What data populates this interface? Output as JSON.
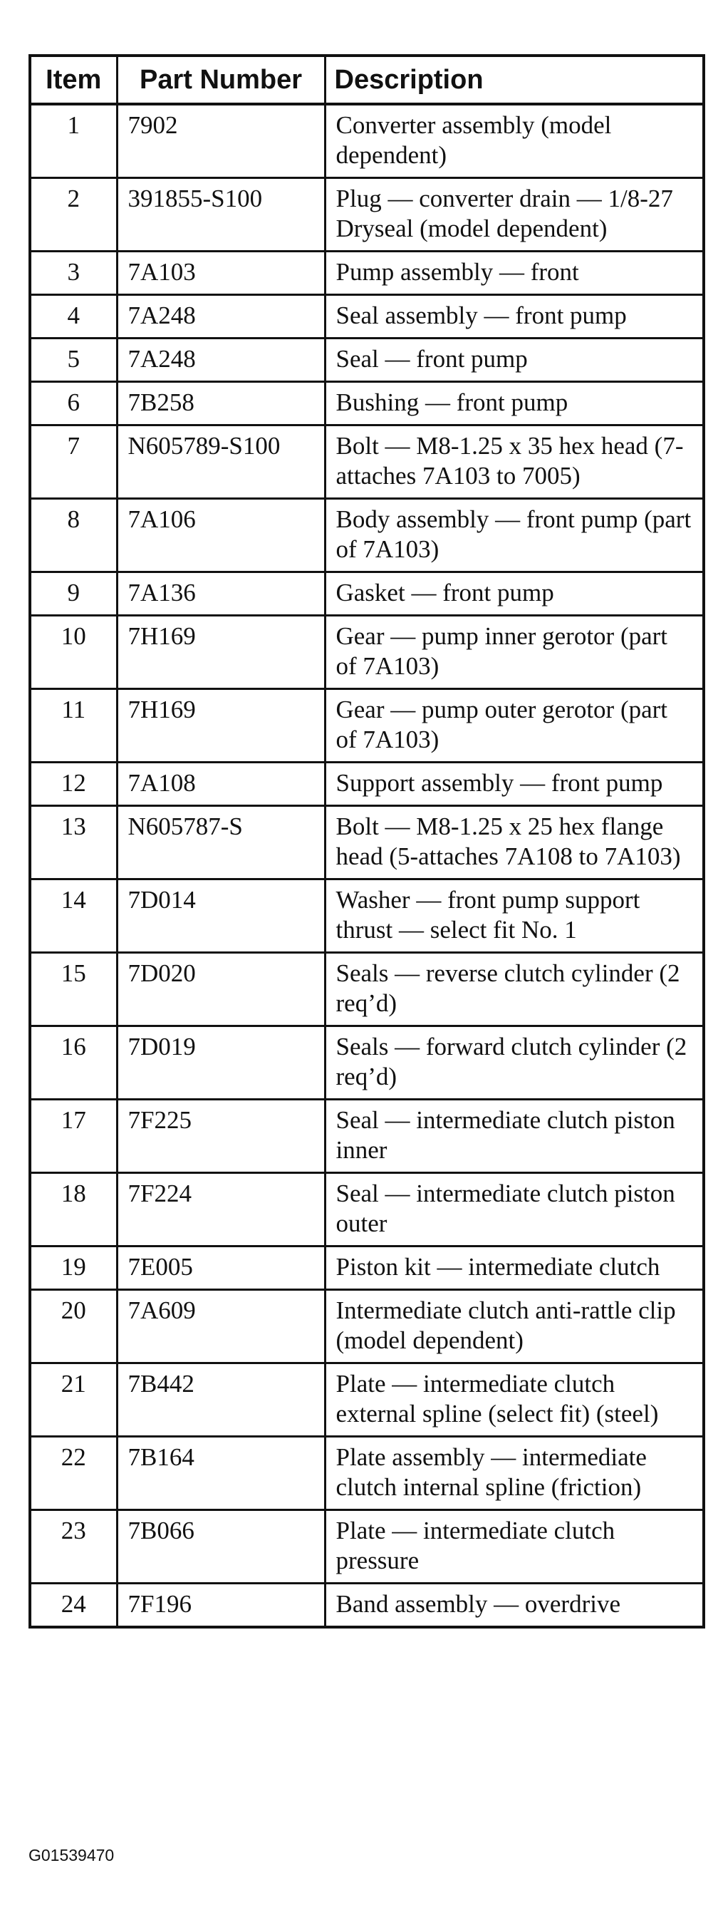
{
  "table": {
    "headers": {
      "item": "Item",
      "part_number": "Part Number",
      "description": "Description"
    },
    "rows": [
      {
        "item": "1",
        "part_number": "7902",
        "description": "Converter assembly (model dependent)"
      },
      {
        "item": "2",
        "part_number": "391855-S100",
        "description": "Plug — converter drain — 1/8-27 Dryseal (model dependent)"
      },
      {
        "item": "3",
        "part_number": "7A103",
        "description": "Pump assembly — front"
      },
      {
        "item": "4",
        "part_number": "7A248",
        "description": "Seal assembly — front pump"
      },
      {
        "item": "5",
        "part_number": "7A248",
        "description": "Seal — front pump"
      },
      {
        "item": "6",
        "part_number": "7B258",
        "description": "Bushing — front pump"
      },
      {
        "item": "7",
        "part_number": "N605789-S100",
        "description": "Bolt — M8-1.25 x 35 hex head (7-attaches 7A103 to 7005)"
      },
      {
        "item": "8",
        "part_number": "7A106",
        "description": "Body assembly — front pump (part of 7A103)"
      },
      {
        "item": "9",
        "part_number": "7A136",
        "description": "Gasket — front pump"
      },
      {
        "item": "10",
        "part_number": "7H169",
        "description": "Gear — pump inner gerotor (part of 7A103)"
      },
      {
        "item": "11",
        "part_number": "7H169",
        "description": "Gear — pump outer gerotor (part of 7A103)"
      },
      {
        "item": "12",
        "part_number": "7A108",
        "description": "Support assembly — front pump"
      },
      {
        "item": "13",
        "part_number": "N605787-S",
        "description": "Bolt — M8-1.25 x 25 hex flange head (5-attaches 7A108 to 7A103)"
      },
      {
        "item": "14",
        "part_number": "7D014",
        "description": "Washer — front pump support thrust — select fit No. 1"
      },
      {
        "item": "15",
        "part_number": "7D020",
        "description": "Seals — reverse clutch cylinder (2 req’d)"
      },
      {
        "item": "16",
        "part_number": "7D019",
        "description": "Seals — forward clutch cylinder (2 req’d)"
      },
      {
        "item": "17",
        "part_number": "7F225",
        "description": "Seal — intermediate clutch piston inner"
      },
      {
        "item": "18",
        "part_number": "7F224",
        "description": "Seal — intermediate clutch piston outer"
      },
      {
        "item": "19",
        "part_number": "7E005",
        "description": "Piston kit — intermediate clutch"
      },
      {
        "item": "20",
        "part_number": "7A609",
        "description": "Intermediate clutch anti-rattle clip (model dependent)"
      },
      {
        "item": "21",
        "part_number": "7B442",
        "description": "Plate — intermediate clutch external spline (select fit) (steel)"
      },
      {
        "item": "22",
        "part_number": "7B164",
        "description": "Plate assembly — intermediate clutch internal spline (friction)"
      },
      {
        "item": "23",
        "part_number": "7B066",
        "description": "Plate — intermediate clutch pressure"
      },
      {
        "item": "24",
        "part_number": "7F196",
        "description": "Band assembly — overdrive"
      }
    ]
  },
  "figure_id": "G01539470"
}
